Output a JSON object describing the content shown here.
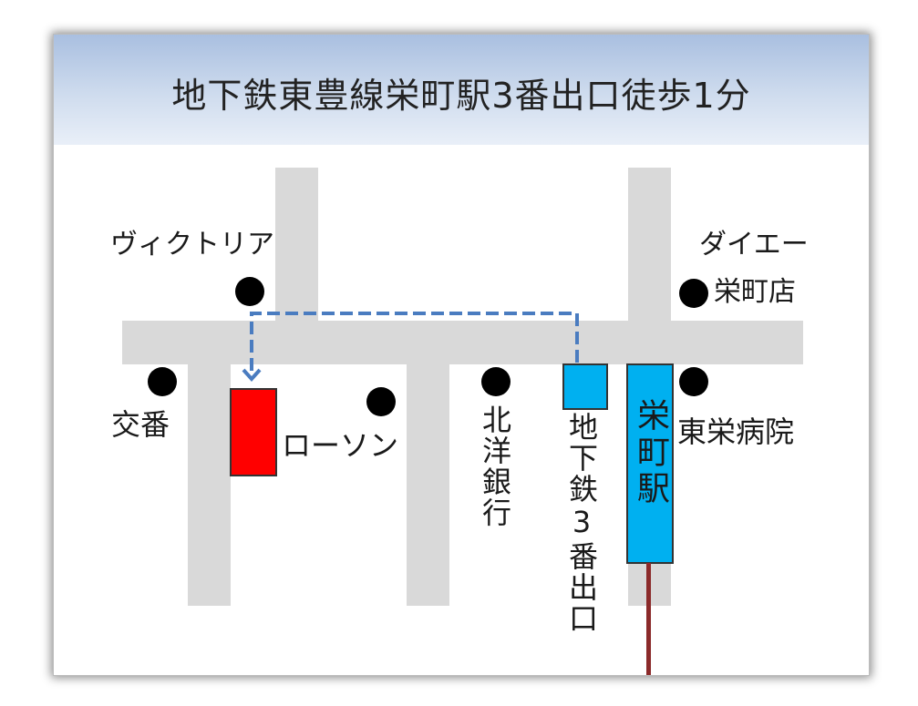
{
  "title": "地下鉄東豊線栄町駅3番出口徒歩1分",
  "landmarks": {
    "victoria": "ヴィクトリア",
    "daiei_line1": "ダイエー",
    "daiei_line2": "栄町店",
    "koban": "交番",
    "lawson": "ローソン",
    "hokuyo_bank": "北洋銀行",
    "subway_exit": "地下鉄3番出口",
    "station": "栄町駅",
    "hospital": "東栄病院"
  },
  "colors": {
    "destination": "#ff0000",
    "subway": "#00b0f0",
    "route": "#4a7cc0",
    "road": "#d9d9d9",
    "rail": "#8b2a2a"
  }
}
